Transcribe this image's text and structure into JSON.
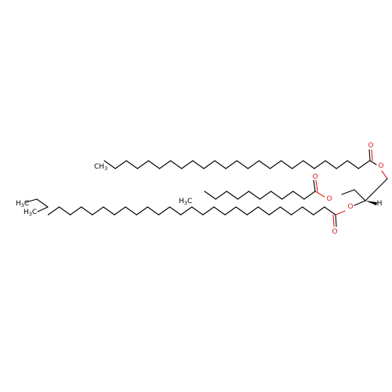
{
  "colors": {
    "carbon": "#000000",
    "oxygen": "#e0201b",
    "background": "#ffffff"
  },
  "labels": {
    "oxygen": "O",
    "hydrogen": "H",
    "methyl_main": "CH",
    "methyl_sub": "3",
    "h3c_main": "H",
    "h3c_mid": "3",
    "h3c_end": "C"
  }
}
